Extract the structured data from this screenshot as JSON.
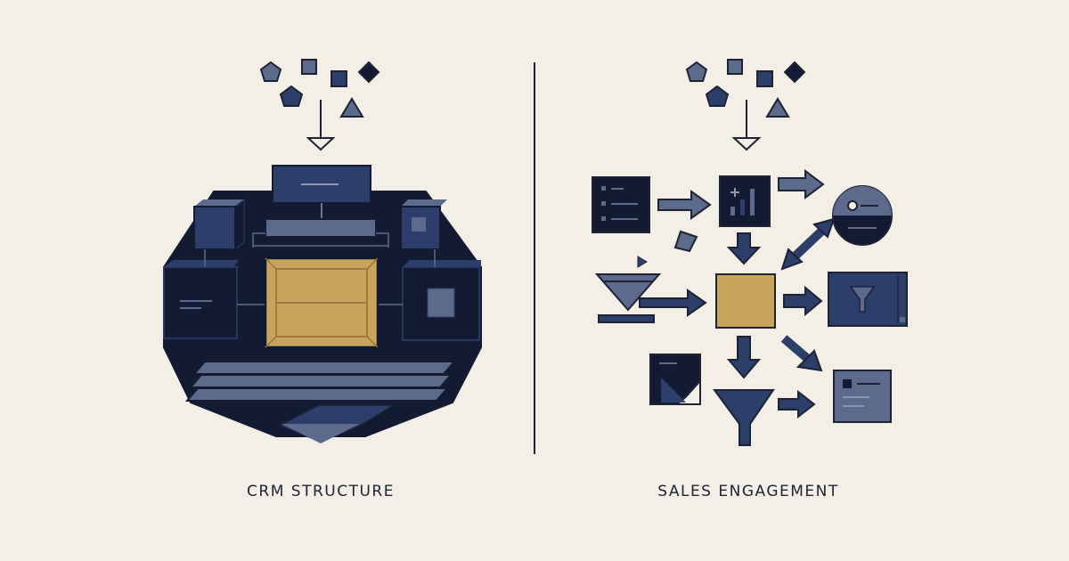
{
  "labels": {
    "left": "CRM STRUCTURE",
    "right": "SALES ENGAGEMENT"
  },
  "colors": {
    "background": "#f3efe7",
    "navy_dark": "#131b33",
    "navy": "#2c3f6b",
    "slate": "#5c6a8c",
    "gold": "#c8a45c",
    "line": "#1d2333"
  },
  "icons": {
    "left_input": [
      "pentagon-icon",
      "square-icon",
      "square-icon",
      "diamond-icon",
      "pentagon-icon",
      "triangle-icon"
    ],
    "right_input": [
      "pentagon-icon",
      "square-icon",
      "square-icon",
      "diamond-icon",
      "pentagon-icon",
      "triangle-icon"
    ],
    "right_nodes": [
      "list-panel-icon",
      "chart-panel-icon",
      "profile-circle-icon",
      "filter-funnel-icon",
      "gold-hub-square",
      "filter-panel-icon",
      "note-card-icon",
      "funnel-icon",
      "id-card-icon"
    ]
  }
}
